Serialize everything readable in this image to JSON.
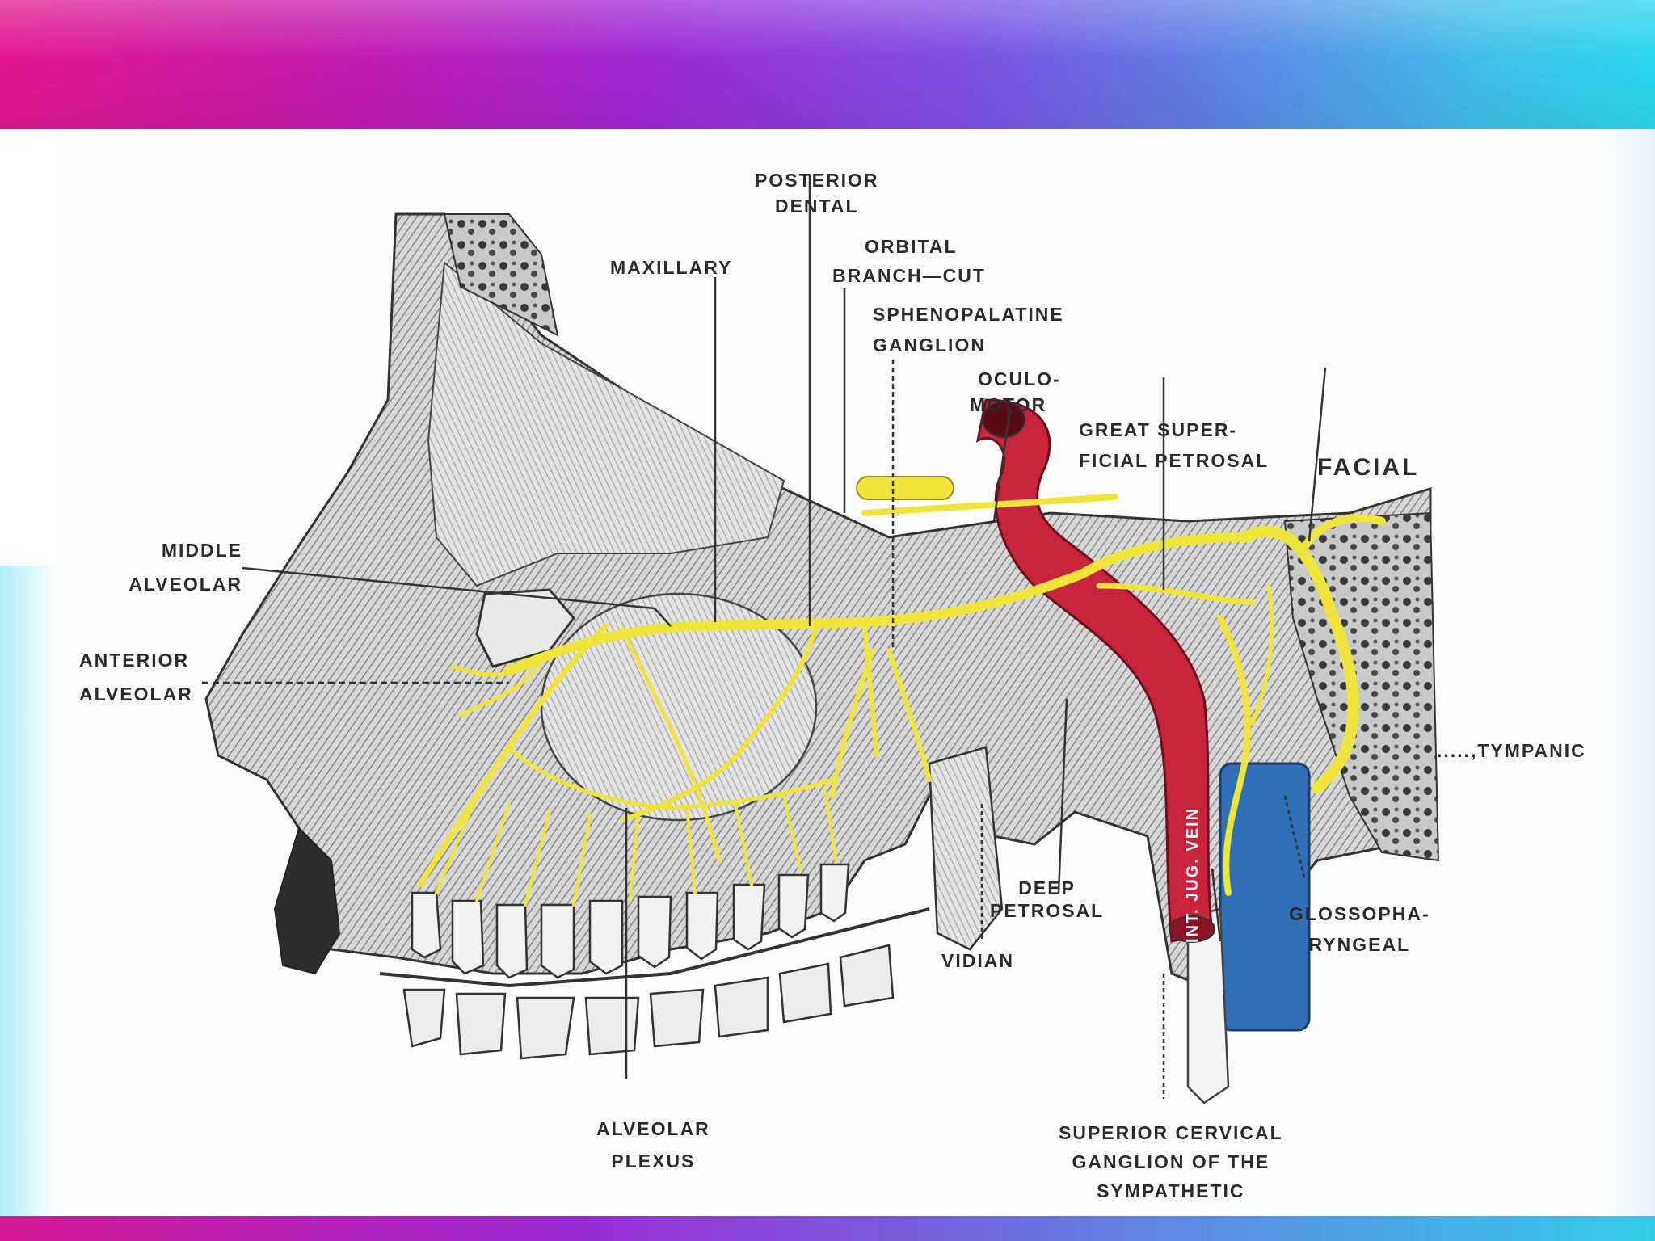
{
  "labels": {
    "posterior_dental": [
      "POSTERIOR",
      "DENTAL"
    ],
    "maxillary": "MAXILLARY",
    "orbital_branch": [
      "ORBITAL",
      "BRANCH—CUT"
    ],
    "sphenopalatine": [
      "SPHENOPALATINE",
      "GANGLION"
    ],
    "oculomotor": [
      "OCULO-",
      "MOTOR"
    ],
    "great_superficial_petrosal": [
      "GREAT SUPER-",
      "FICIAL PETROSAL"
    ],
    "facial": "FACIAL",
    "middle_alveolar": [
      "MIDDLE",
      "ALVEOLAR"
    ],
    "anterior_alveolar": [
      "ANTERIOR",
      "ALVEOLAR"
    ],
    "tympanic": ".....,TYMPANIC",
    "deep_petrosal": [
      "DEEP",
      "PETROSAL"
    ],
    "glossopharyngeal": [
      "GLOSSOPHA-",
      "RYNGEAL"
    ],
    "vidian": "VIDIAN",
    "jugular_vein": "INT. JUG. VEIN",
    "alveolar_plexus": [
      "ALVEOLAR",
      "PLEXUS"
    ],
    "superior_cervical": [
      "SUPERIOR CERVICAL",
      "GANGLION OF THE",
      "SYMPATHETIC"
    ]
  },
  "colors": {
    "nerve": "#efe43a",
    "artery": "#c8243c",
    "vein": "#2f6fb5",
    "bone": "#bdbdbd",
    "ink": "#2b2b2b"
  }
}
